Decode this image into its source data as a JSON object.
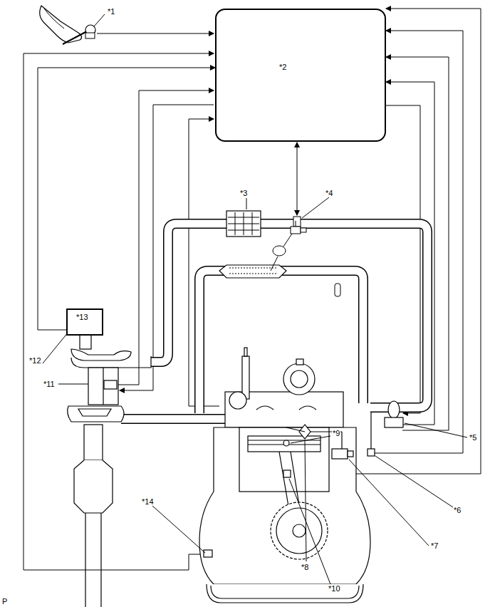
{
  "diagram": {
    "nodes": [
      {
        "text": [
          "*2"
        ]
      },
      {
        "text": [
          "*13"
        ]
      }
    ],
    "edges": [
      {
        "from": 1,
        "to": 0,
        "arrow": "to"
      }
    ],
    "labels": [
      "*1",
      "*3",
      "*4",
      "*5",
      "*6",
      "*7",
      "*8",
      "*9",
      "*10",
      "*11",
      "*12",
      "*14",
      "P"
    ]
  }
}
